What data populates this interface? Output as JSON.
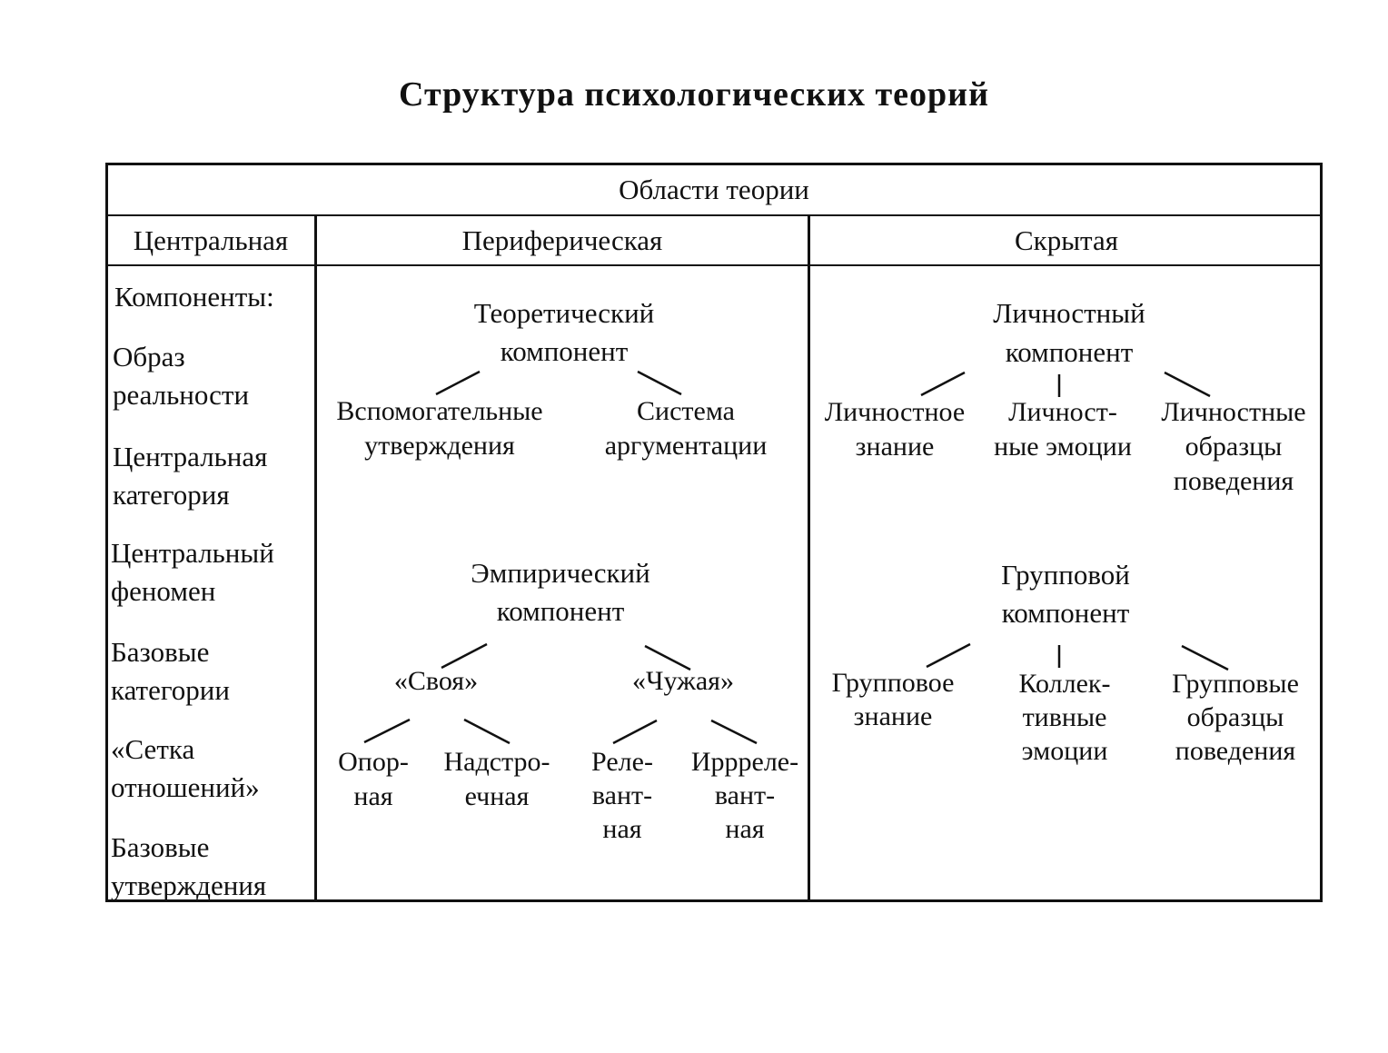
{
  "title": "Структура психологических теорий",
  "table": {
    "header": "Области теории",
    "columns": [
      "Центральная",
      "Периферическая",
      "Скрытая"
    ],
    "central": {
      "heading": "Компоненты:",
      "items": [
        [
          "Образ",
          "реальности"
        ],
        [
          "Центральная",
          "категория"
        ],
        [
          "Центральный",
          "феномен"
        ],
        [
          "Базовые",
          "категории"
        ],
        [
          "«Сетка",
          "отношений»"
        ],
        [
          "Базовые",
          "утверждения"
        ]
      ]
    },
    "peripheral": {
      "theoretical": {
        "title": [
          "Теоретический",
          "компонент"
        ],
        "children": [
          [
            "Вспомогательные",
            "утверждения"
          ],
          [
            "Система",
            "аргументации"
          ]
        ]
      },
      "empirical": {
        "title": [
          "Эмпирический",
          "компонент"
        ],
        "own": "«Своя»",
        "foreign": "«Чужая»",
        "own_children": [
          [
            "Опор-",
            "ная"
          ],
          [
            "Надстро-",
            "ечная"
          ]
        ],
        "foreign_children": [
          [
            "Реле-",
            "вант-",
            "ная"
          ],
          [
            "Иррреле-",
            "вант-",
            "ная"
          ]
        ]
      }
    },
    "hidden": {
      "personal": {
        "title": [
          "Личностный",
          "компонент"
        ],
        "children": [
          [
            "Личностное",
            "знание"
          ],
          [
            "Личност-",
            "ные эмоции"
          ],
          [
            "Личностные",
            "образцы",
            "поведения"
          ]
        ]
      },
      "group": {
        "title": [
          "Групповой",
          "компонент"
        ],
        "children": [
          [
            "Групповое",
            "знание"
          ],
          [
            "Коллек-",
            "тивные",
            "эмоции"
          ],
          [
            "Групповые",
            "образцы",
            "поведения"
          ]
        ]
      }
    }
  }
}
